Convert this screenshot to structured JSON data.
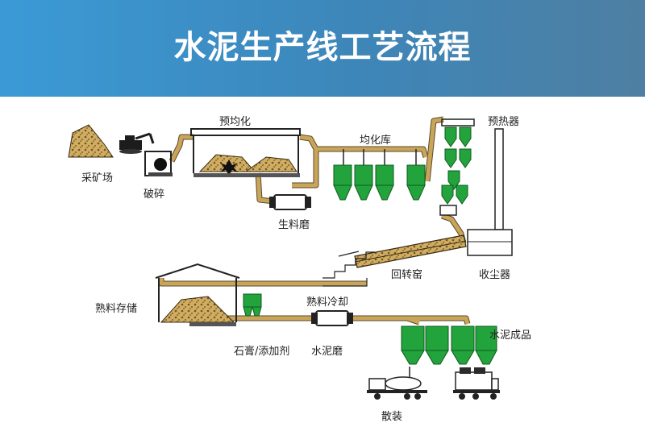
{
  "title": "水泥生产线工艺流程",
  "labels": {
    "quarry": "采矿场",
    "crusher": "破碎",
    "prehomogenization": "预均化",
    "homogenization_silo": "均化库",
    "preheater": "预热器",
    "raw_mill": "生料磨",
    "rotary_kiln": "回转窑",
    "dust_collector": "收尘器",
    "clinker_storage": "熟料存储",
    "clinker_cooling": "熟料冷却",
    "gypsum_additives": "石膏/添加剂",
    "cement_mill": "水泥磨",
    "cement_product": "水泥成品",
    "bulk": "散装"
  },
  "colors": {
    "header_start": "#3b9ad6",
    "header_end": "#4e7fa2",
    "silo_green": "#22a33c",
    "material": "#c9a55a"
  }
}
